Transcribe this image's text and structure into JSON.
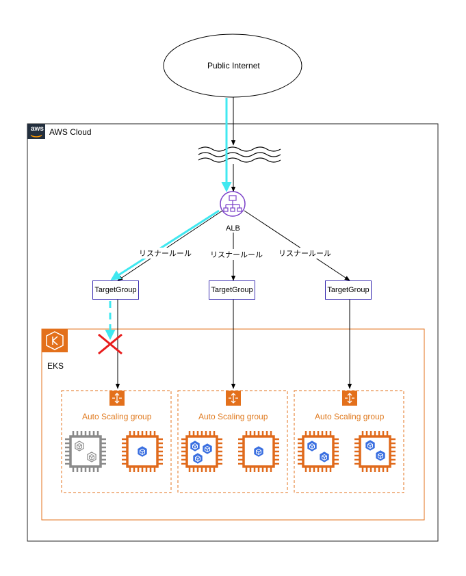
{
  "internet": {
    "label": "Public Internet"
  },
  "cloud": {
    "label": "AWS Cloud",
    "logo_text": "aws"
  },
  "alb": {
    "label": "ALB"
  },
  "listener_rules": [
    {
      "label": "リスナールール"
    },
    {
      "label": "リスナールール"
    },
    {
      "label": "リスナールール"
    }
  ],
  "target_groups": [
    {
      "label": "TargetGroup"
    },
    {
      "label": "TargetGroup"
    },
    {
      "label": "TargetGroup"
    }
  ],
  "eks": {
    "label": "EKS"
  },
  "asgs": [
    {
      "label": "Auto Scaling group",
      "instances": [
        {
          "state": "unhealthy",
          "pods": 2
        },
        {
          "state": "healthy",
          "pods": 1
        }
      ]
    },
    {
      "label": "Auto Scaling group",
      "instances": [
        {
          "state": "healthy",
          "pods": 3
        },
        {
          "state": "healthy",
          "pods": 1
        }
      ]
    },
    {
      "label": "Auto Scaling group",
      "instances": [
        {
          "state": "healthy",
          "pods": 2
        },
        {
          "state": "healthy",
          "pods": 2
        }
      ]
    }
  ],
  "colors": {
    "highlight": "#40e8f0",
    "eks_orange": "#e3701b",
    "ec2_orange": "#e06a1c",
    "gray": "#8a8a8a",
    "pod_blue": "#3a6fe0",
    "alb_purple": "#7a3fc8",
    "tg_border": "#3a2db0",
    "blocked_red": "#e81c1c"
  }
}
